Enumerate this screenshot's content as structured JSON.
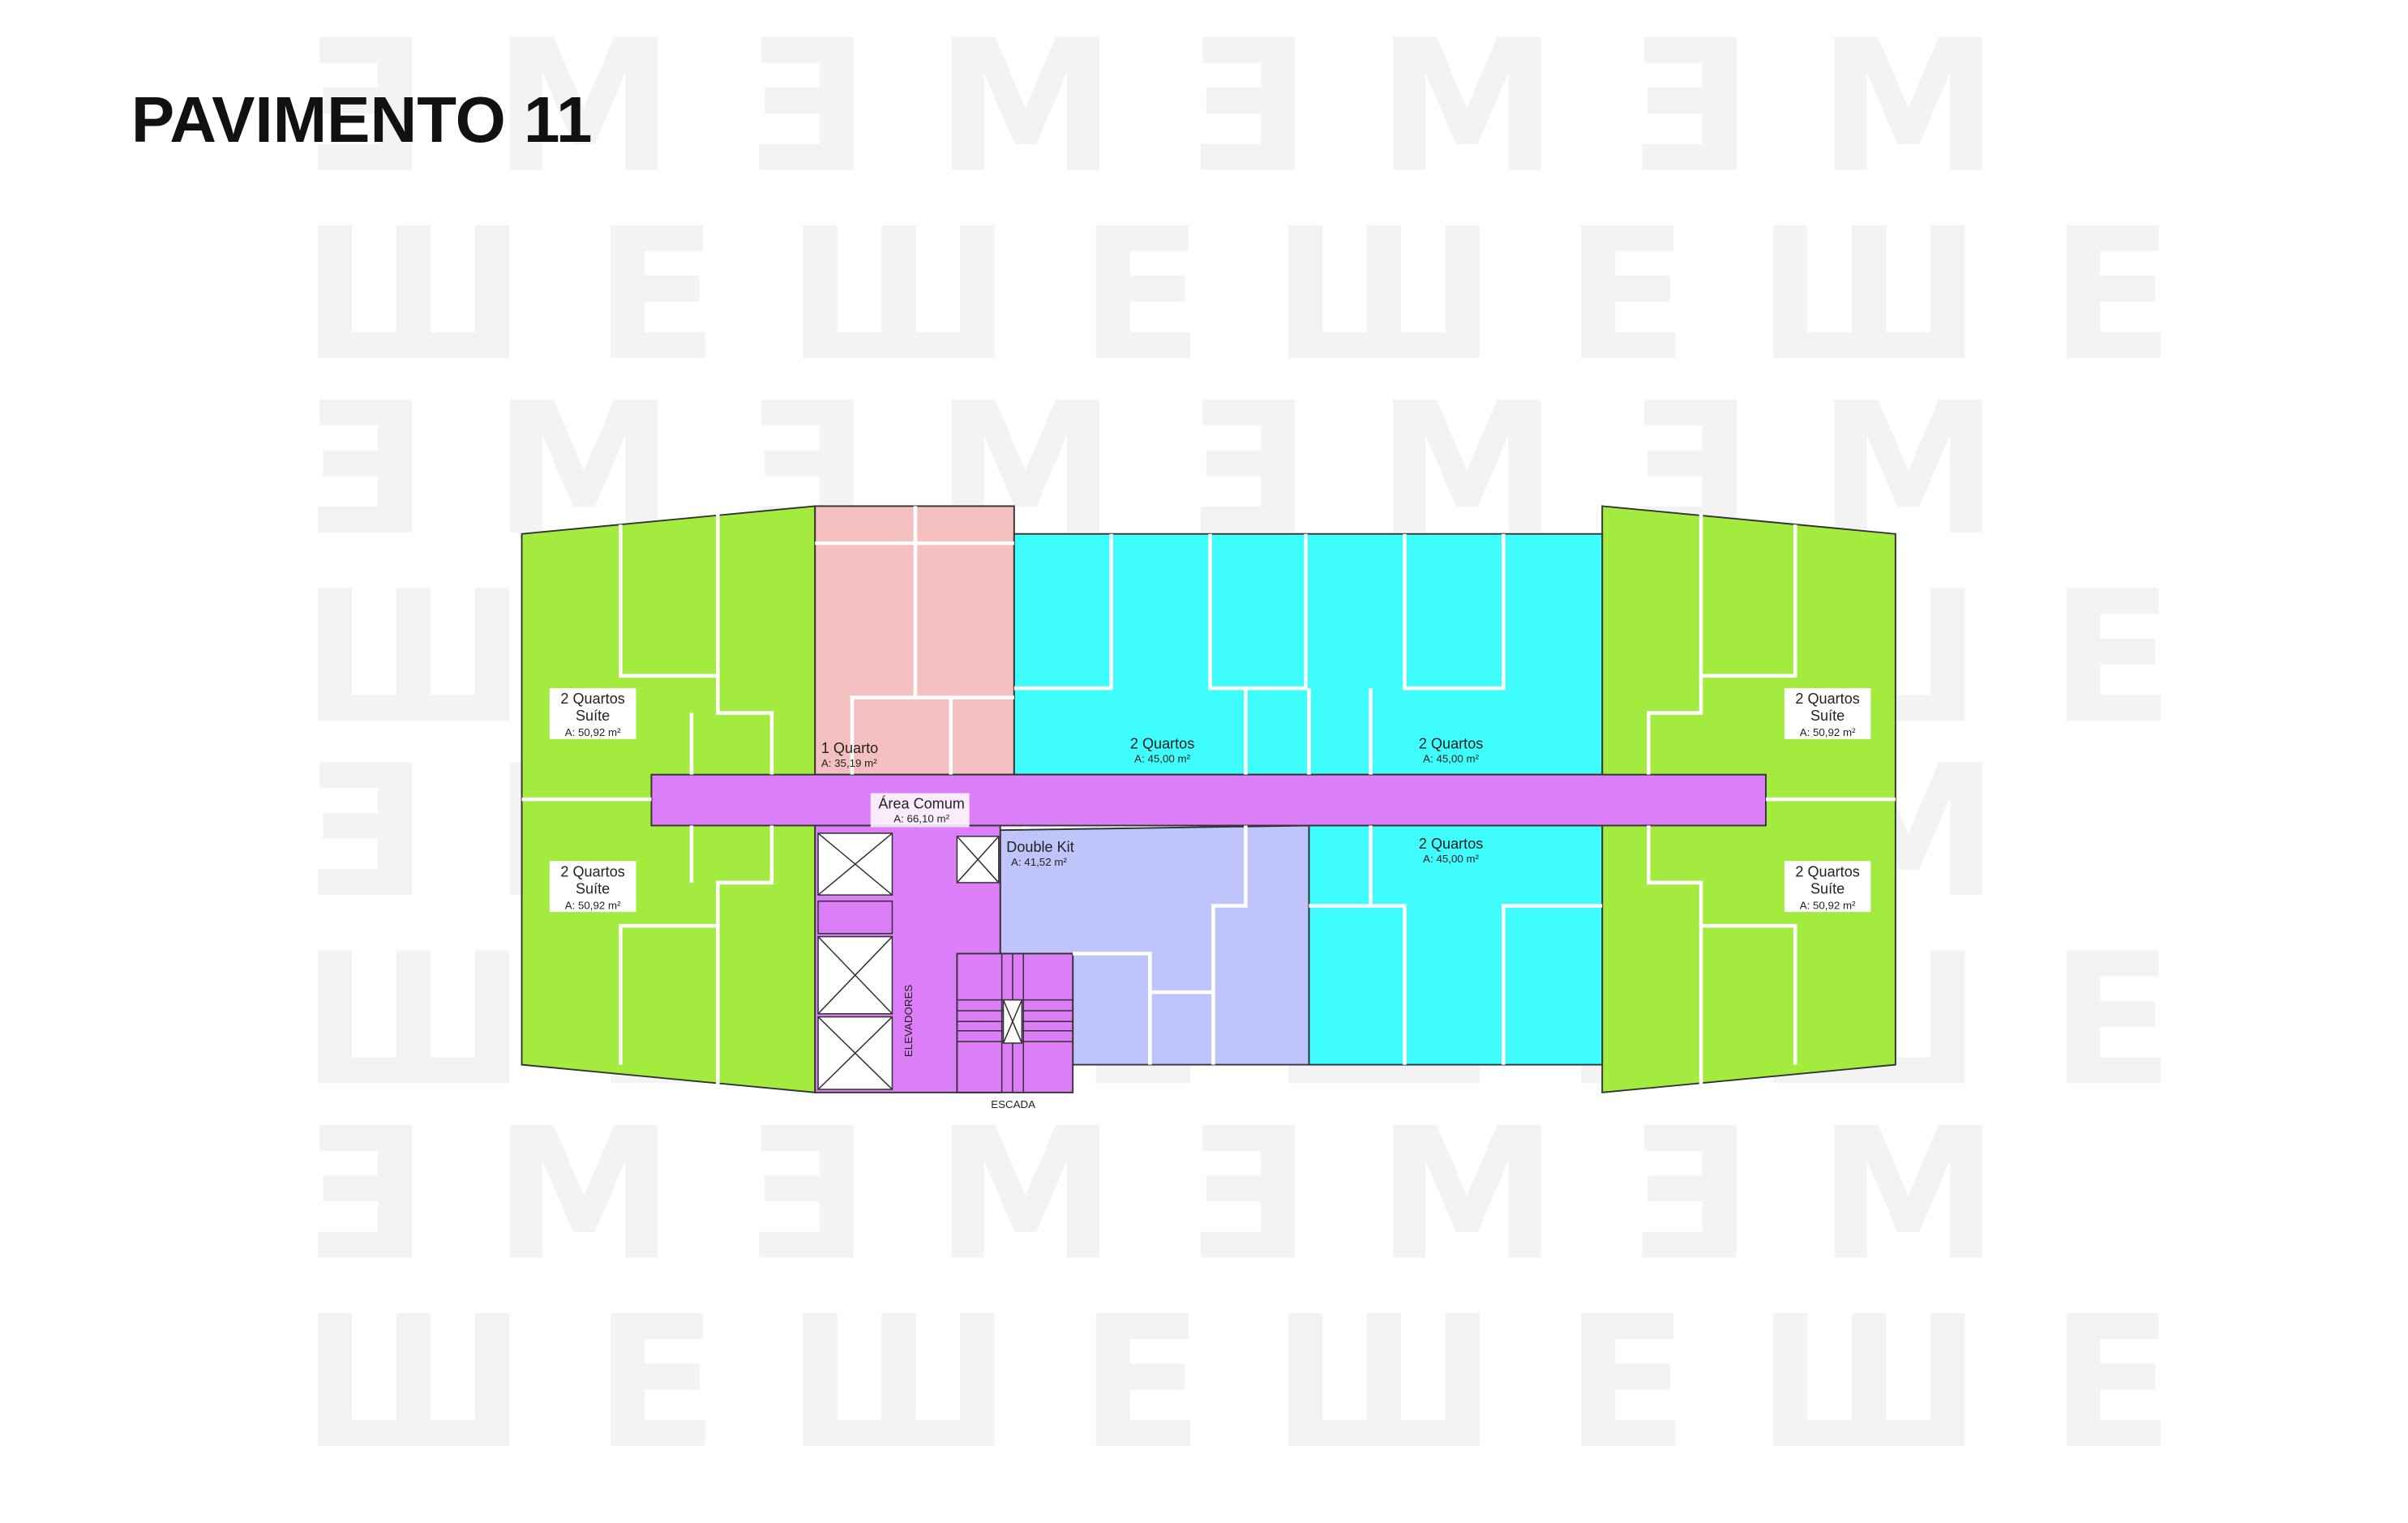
{
  "title": "PAVIMENTO 11",
  "watermark": "3M3",
  "colors": {
    "green": "#a3eb3e",
    "pink": "#f4bfbf",
    "cyan": "#3ffcfd",
    "magenta": "#dd7ef9",
    "lavender": "#bfc4fb"
  },
  "units": [
    {
      "name": "2 Quartos",
      "sub": "Suíte",
      "area": "A: 50,92 m²"
    },
    {
      "name": "2 Quartos",
      "sub": "Suíte",
      "area": "A: 50,92 m²"
    },
    {
      "name": "2 Quartos",
      "sub": "Suíte",
      "area": "A: 50,92 m²"
    },
    {
      "name": "2 Quartos",
      "sub": "Suíte",
      "area": "A: 50,92 m²"
    },
    {
      "name": "1 Quarto",
      "area": "A: 35,19 m²"
    },
    {
      "name": "2 Quartos",
      "area": "A: 45,00 m²"
    },
    {
      "name": "2 Quartos",
      "area": "A: 45,00 m²"
    },
    {
      "name": "2 Quartos",
      "area": "A: 45,00 m²"
    },
    {
      "name": "Double Kit",
      "area": "A: 41,52 m²"
    },
    {
      "name": "Área Comum",
      "area": "A: 66,10 m²"
    }
  ],
  "labels": {
    "elevators": "ELEVADORES",
    "stairs": "ESCADA"
  }
}
